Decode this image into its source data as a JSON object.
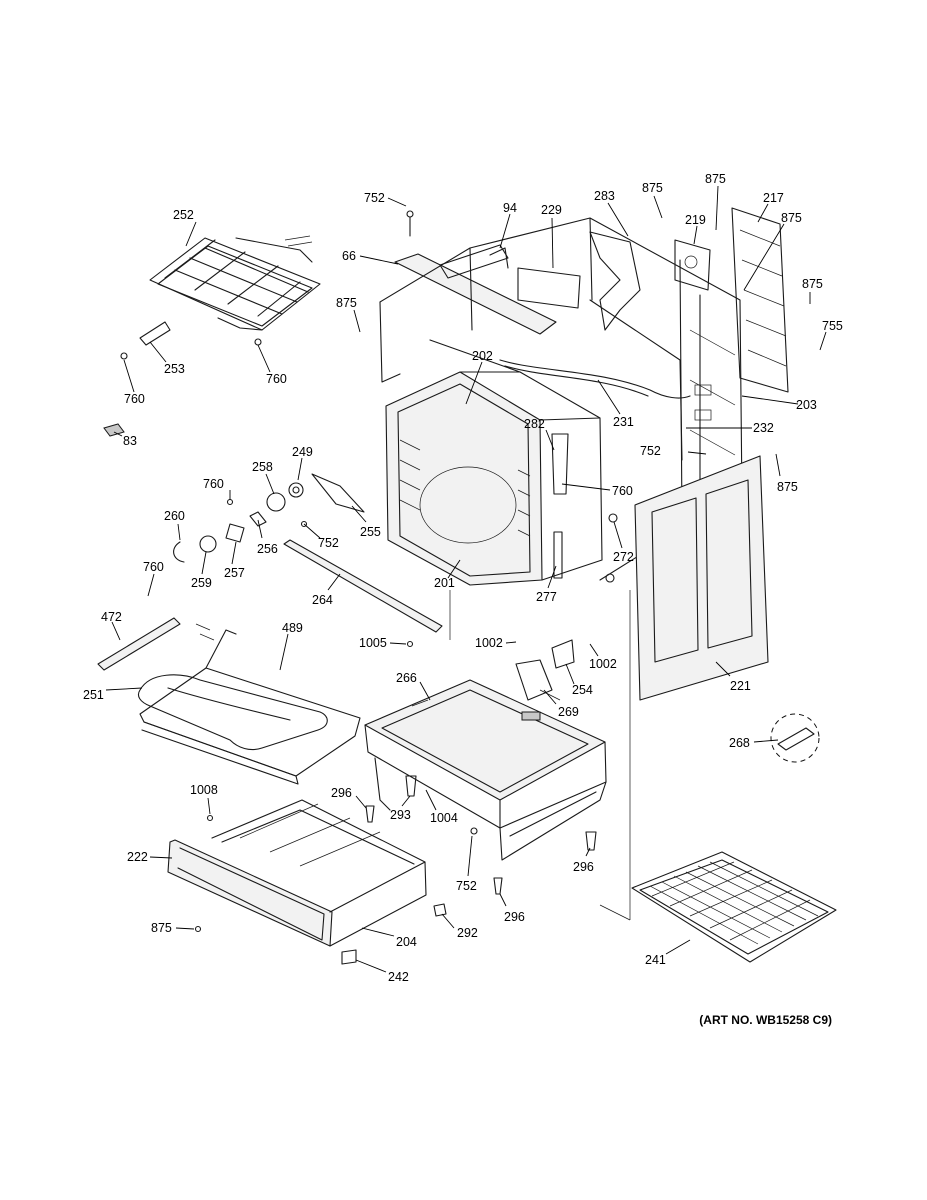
{
  "art_number": "(ART NO. WB15258 C9)",
  "callouts": [
    {
      "id": "c752a",
      "text": "752"
    },
    {
      "id": "c94",
      "text": "94"
    },
    {
      "id": "c229",
      "text": "229"
    },
    {
      "id": "c283",
      "text": "283"
    },
    {
      "id": "c875a",
      "text": "875"
    },
    {
      "id": "c875b",
      "text": "875"
    },
    {
      "id": "c219",
      "text": "219"
    },
    {
      "id": "c217",
      "text": "217"
    },
    {
      "id": "c875c",
      "text": "875"
    },
    {
      "id": "c252",
      "text": "252"
    },
    {
      "id": "c66",
      "text": "66"
    },
    {
      "id": "c875d",
      "text": "875"
    },
    {
      "id": "c875e",
      "text": "875"
    },
    {
      "id": "c755",
      "text": "755"
    },
    {
      "id": "c253",
      "text": "253"
    },
    {
      "id": "c760a",
      "text": "760"
    },
    {
      "id": "c760b",
      "text": "760"
    },
    {
      "id": "c202",
      "text": "202"
    },
    {
      "id": "c203",
      "text": "203"
    },
    {
      "id": "c231",
      "text": "231"
    },
    {
      "id": "c83",
      "text": "83"
    },
    {
      "id": "c282",
      "text": "282"
    },
    {
      "id": "c232",
      "text": "232"
    },
    {
      "id": "c249",
      "text": "249"
    },
    {
      "id": "c752b",
      "text": "752"
    },
    {
      "id": "c258",
      "text": "258"
    },
    {
      "id": "c760c",
      "text": "760"
    },
    {
      "id": "c760d",
      "text": "760"
    },
    {
      "id": "c875f",
      "text": "875"
    },
    {
      "id": "c260",
      "text": "260"
    },
    {
      "id": "c752c",
      "text": "752"
    },
    {
      "id": "c255",
      "text": "255"
    },
    {
      "id": "c256",
      "text": "256"
    },
    {
      "id": "c272",
      "text": "272"
    },
    {
      "id": "c259",
      "text": "259"
    },
    {
      "id": "c257",
      "text": "257"
    },
    {
      "id": "c201",
      "text": "201"
    },
    {
      "id": "c760e",
      "text": "760"
    },
    {
      "id": "c277",
      "text": "277"
    },
    {
      "id": "c264",
      "text": "264"
    },
    {
      "id": "c472",
      "text": "472"
    },
    {
      "id": "c489",
      "text": "489"
    },
    {
      "id": "c1005",
      "text": "1005"
    },
    {
      "id": "c1002a",
      "text": "1002"
    },
    {
      "id": "c1002b",
      "text": "1002"
    },
    {
      "id": "c266",
      "text": "266"
    },
    {
      "id": "c254",
      "text": "254"
    },
    {
      "id": "c221",
      "text": "221"
    },
    {
      "id": "c251",
      "text": "251"
    },
    {
      "id": "c269",
      "text": "269"
    },
    {
      "id": "c268",
      "text": "268"
    },
    {
      "id": "c1008",
      "text": "1008"
    },
    {
      "id": "c296a",
      "text": "296"
    },
    {
      "id": "c293",
      "text": "293"
    },
    {
      "id": "c1004",
      "text": "1004"
    },
    {
      "id": "c222",
      "text": "222"
    },
    {
      "id": "c296b",
      "text": "296"
    },
    {
      "id": "c752d",
      "text": "752"
    },
    {
      "id": "c296c",
      "text": "296"
    },
    {
      "id": "c875g",
      "text": "875"
    },
    {
      "id": "c292",
      "text": "292"
    },
    {
      "id": "c204",
      "text": "204"
    },
    {
      "id": "c241",
      "text": "241"
    },
    {
      "id": "c242",
      "text": "242"
    }
  ]
}
